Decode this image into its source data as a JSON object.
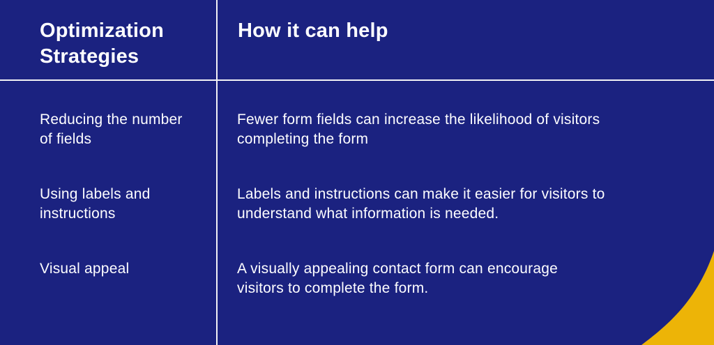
{
  "table": {
    "header": {
      "col1": "Optimization\nStrategies",
      "col2": "How it can help"
    },
    "rows": [
      {
        "strategy": "Reducing the number\nof fields",
        "help": "Fewer form fields can increase the likelihood of visitors\ncompleting the form"
      },
      {
        "strategy": "Using labels and\ninstructions",
        "help": "Labels and instructions can make it easier for visitors to\nunderstand what information is needed."
      },
      {
        "strategy": "Visual appeal",
        "help": "A visually appealing contact form can encourage\nvisitors to complete the form."
      }
    ]
  },
  "colors": {
    "background_blue": "#1b2280",
    "accent_yellow": "#edb407",
    "divider_white": "#f2f2f5",
    "text_white": "#fdfdff"
  }
}
